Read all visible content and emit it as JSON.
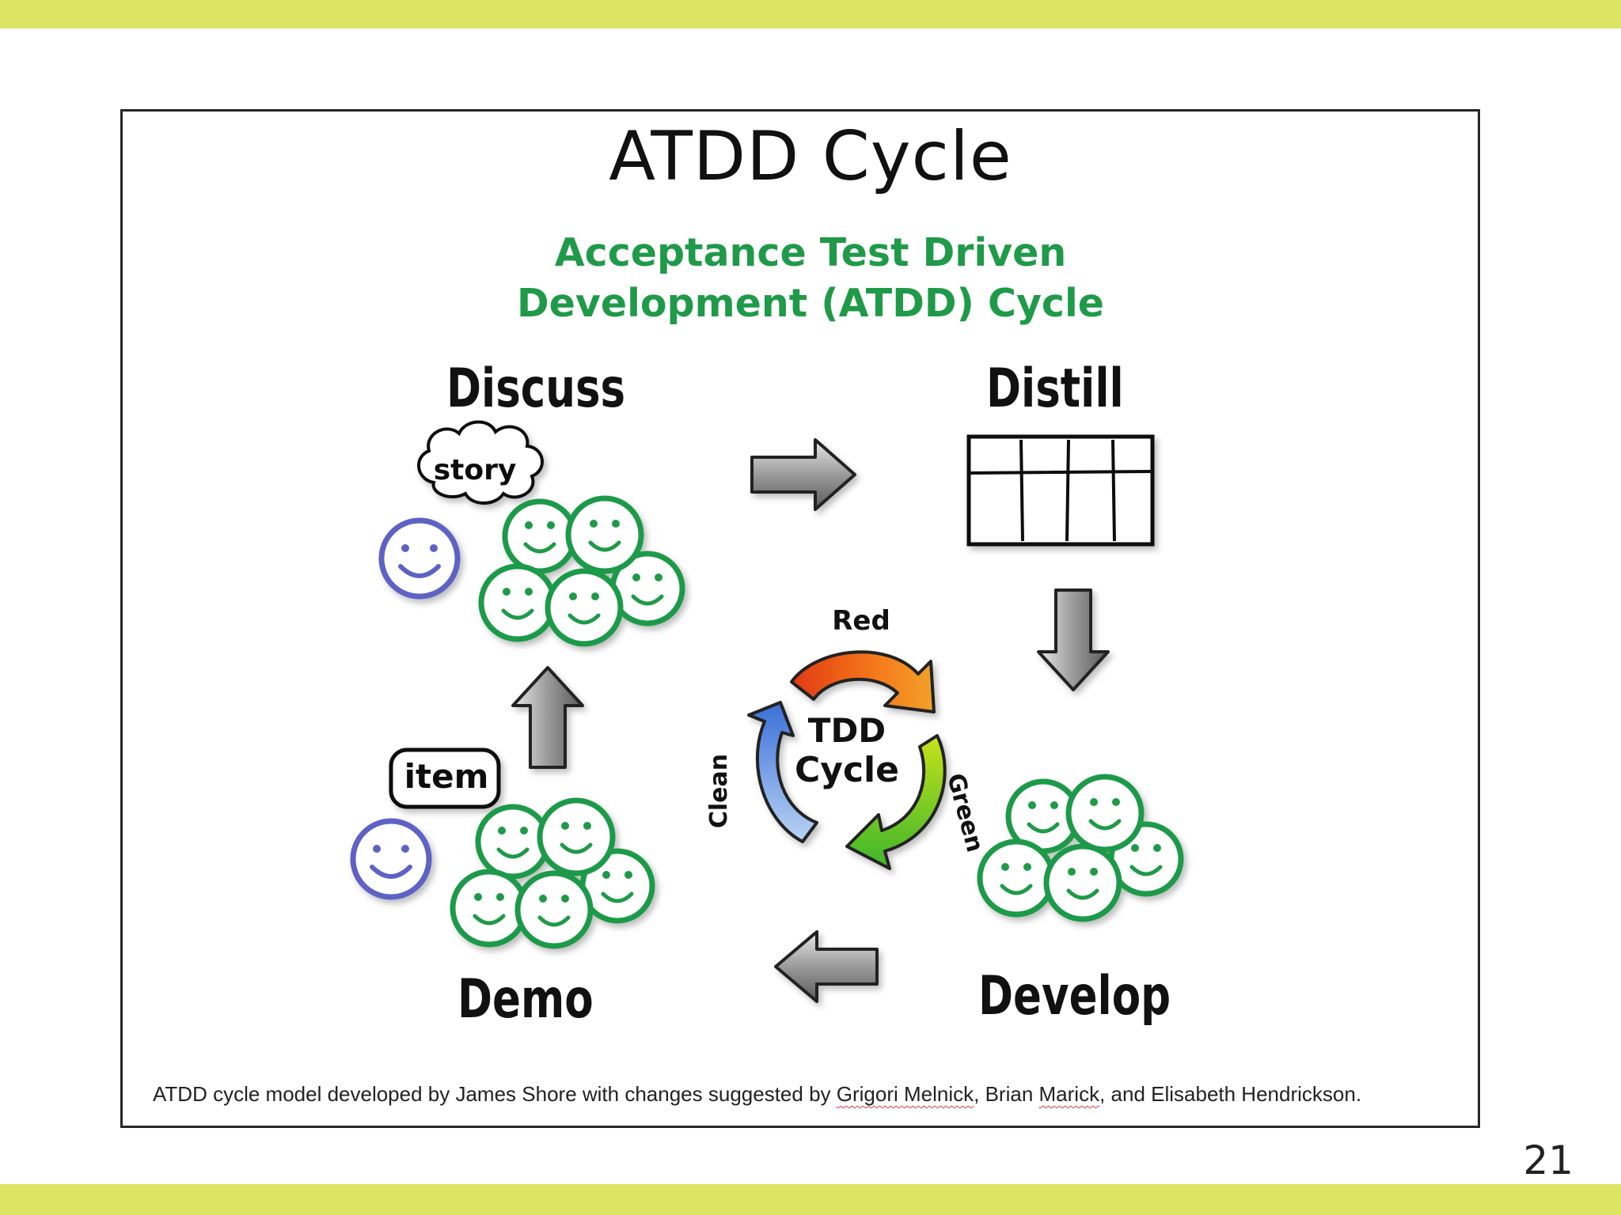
{
  "slide": {
    "title": "ATDD Cycle",
    "page_number": "21",
    "accent_color": "#dce563"
  },
  "diagram": {
    "subtitle_line1": "Acceptance Test Driven",
    "subtitle_line2": "Development (ATDD) Cycle",
    "subtitle_color": "#1f9a48",
    "stages": {
      "discuss": "Discuss",
      "distill": "Distill",
      "develop": "Develop",
      "demo": "Demo"
    },
    "bubbles": {
      "story": "story",
      "item": "item"
    },
    "tdd": {
      "center_line1": "TDD",
      "center_line2": "Cycle",
      "red": "Red",
      "green": "Green",
      "clean": "Clean"
    }
  },
  "credit": {
    "part1": "ATDD cycle model developed by James Shore with changes suggested by ",
    "name1": "Grigori Melnick",
    "part2": ", Brian ",
    "name2": "Marick",
    "part3": ", and Elisabeth Hendrickson."
  }
}
